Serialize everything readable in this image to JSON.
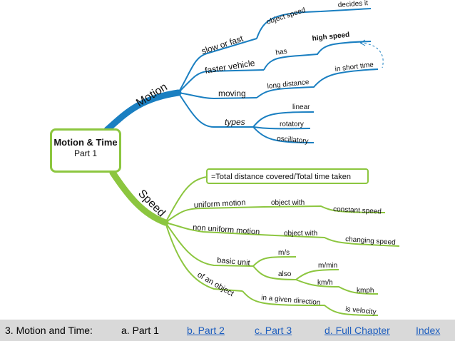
{
  "central": {
    "title": "Motion & Time",
    "subtitle": "Part 1"
  },
  "motion": {
    "label": "Motion",
    "slow_or_fast": "slow or fast",
    "object_speed": "object speed",
    "decides_it": "decides it",
    "faster_vehicle": "faster vehicle",
    "has": "has",
    "high_speed": "high speed",
    "moving": "moving",
    "long_distance": "long distance",
    "in_short_time": "in short time",
    "types": "types",
    "linear": "linear",
    "rotatory": "rotatory",
    "oscillatory": "oscillatory"
  },
  "speed": {
    "label": "Speed",
    "formula": "=Total distance covered/Total time taken",
    "uniform_motion": "uniform motion",
    "object_with_1": "object with",
    "constant_speed": "constant speed",
    "non_uniform_motion": "non uniform motion",
    "object_with_2": "object with",
    "changing_speed": "changing speed",
    "basic_unit": "basic unit",
    "m_s": "m/s",
    "also": "also",
    "m_min": "m/min",
    "km_h": "km/h",
    "kmph": "kmph",
    "of_an_object": "of an object",
    "in_a_given_direction": "in a given direction",
    "is_velocity": "is velocity"
  },
  "footer": {
    "chapter": "3. Motion and Time:",
    "part1": "a. Part 1",
    "part2": "b. Part 2",
    "part3": "c. Part 3",
    "full": "d. Full Chapter",
    "index": "Index"
  },
  "colors": {
    "motion_branch": "#1a7fc1",
    "speed_branch": "#8cc63f",
    "footer_bg": "#d9d9d9",
    "link": "#1f5fbf"
  }
}
